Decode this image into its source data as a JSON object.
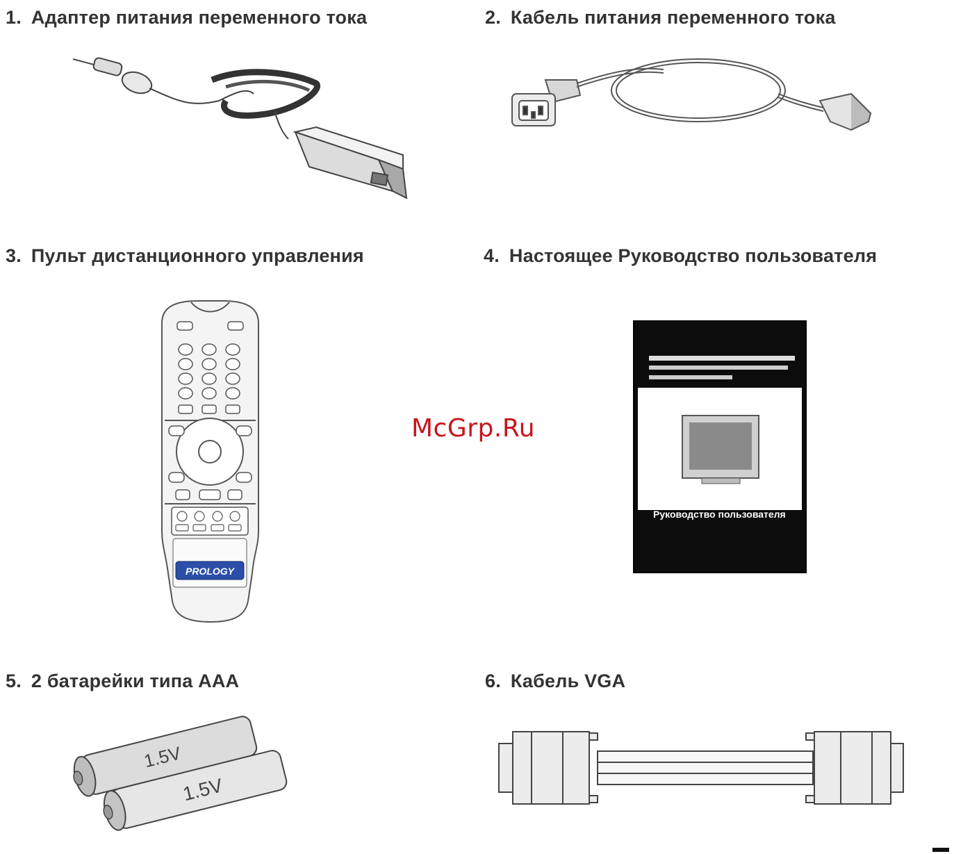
{
  "items": [
    {
      "num": "1.",
      "label": "Адаптер питания переменного тока"
    },
    {
      "num": "2.",
      "label": "Кабель питания переменного тока"
    },
    {
      "num": "3.",
      "label": "Пульт дистанционного управления"
    },
    {
      "num": "4.",
      "label": "Настоящее Руководство пользователя"
    },
    {
      "num": "5.",
      "label": "2 батарейки типа AAA"
    },
    {
      "num": "6.",
      "label": "Кабель VGA"
    }
  ],
  "remote": {
    "brand": "PROLOGY"
  },
  "manual": {
    "cover_title": "Руководство пользователя"
  },
  "batteries": {
    "label_back": "1.5V",
    "label_front": "1.5V"
  },
  "watermark": "McGrp.Ru"
}
